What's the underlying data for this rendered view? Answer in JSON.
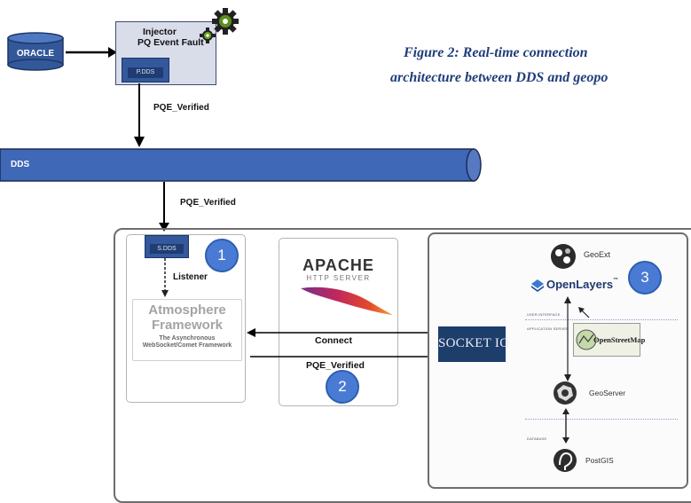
{
  "caption": {
    "line1": "Figure 2: Real-time connection",
    "line2": "architecture between DDS and geopo"
  },
  "oracle": {
    "label": "ORACLE"
  },
  "injector": {
    "title_line1": "Injector",
    "title_line2": "PQ Event Fault",
    "pdds": "P.DDS"
  },
  "arrows": {
    "pqe_top": "PQE_Verified",
    "pqe_mid": "PQE_Verified",
    "listener": "Listener",
    "connect": "Connect",
    "pqe_bottom": "PQE_Verified"
  },
  "dds_bus": {
    "label": "DDS"
  },
  "sdds": {
    "label": "S.DDS"
  },
  "atmosphere": {
    "title1": "Atmosphere",
    "title2": "Framework",
    "sub1": "The Asynchronous",
    "sub2": "WebSocket/Comet Framework"
  },
  "apache": {
    "title": "APACHE",
    "subtitle": "HTTP SERVER"
  },
  "socketio": {
    "label": "SOCKET IO"
  },
  "badges": {
    "one": "1",
    "two": "2",
    "three": "3"
  },
  "geostack": {
    "geoext": "GeoExt",
    "openlayers": "OpenLayers",
    "tm": "™",
    "osm": "OpenStreetMap",
    "geoserver": "GeoServer",
    "postgis": "PostGIS",
    "user_interface": "USER INTERFACE",
    "app_server": "APPLICATION SERVER",
    "database": "DATABASE"
  },
  "colors": {
    "bus_blue": "#3f68b6",
    "oracle_blue": "#33589a",
    "badge_blue": "#4a7bd4",
    "socket_bg": "#1d3d6b",
    "caption": "#1f3d7a",
    "gear_green": "#5c8f1c"
  }
}
